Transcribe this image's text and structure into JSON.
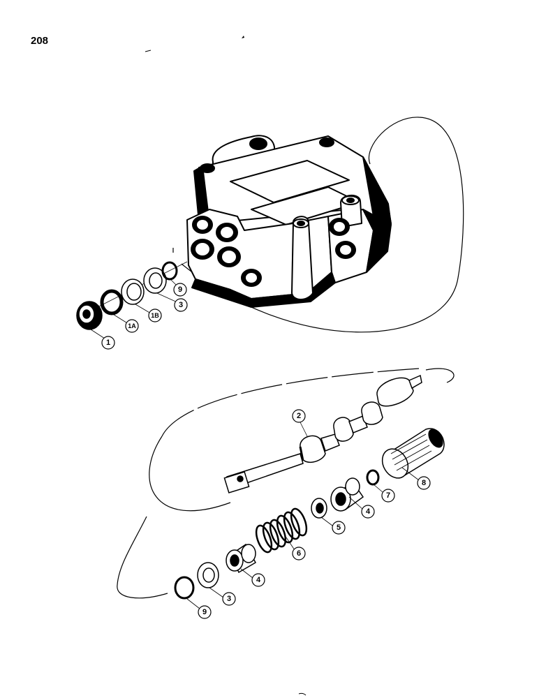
{
  "page": {
    "number": "208"
  },
  "callouts": {
    "c1": "1",
    "c1a": "1A",
    "c1b": "1B",
    "c3_top": "3",
    "c9_top": "9",
    "c2": "2",
    "c8": "8",
    "c7": "7",
    "c4_right": "4",
    "c5": "5",
    "c6": "6",
    "c4_left": "4",
    "c3_bottom": "3",
    "c9_bottom": "9"
  },
  "colors": {
    "ink": "#000000",
    "paper": "#ffffff",
    "shade": "#1a1a1a"
  }
}
